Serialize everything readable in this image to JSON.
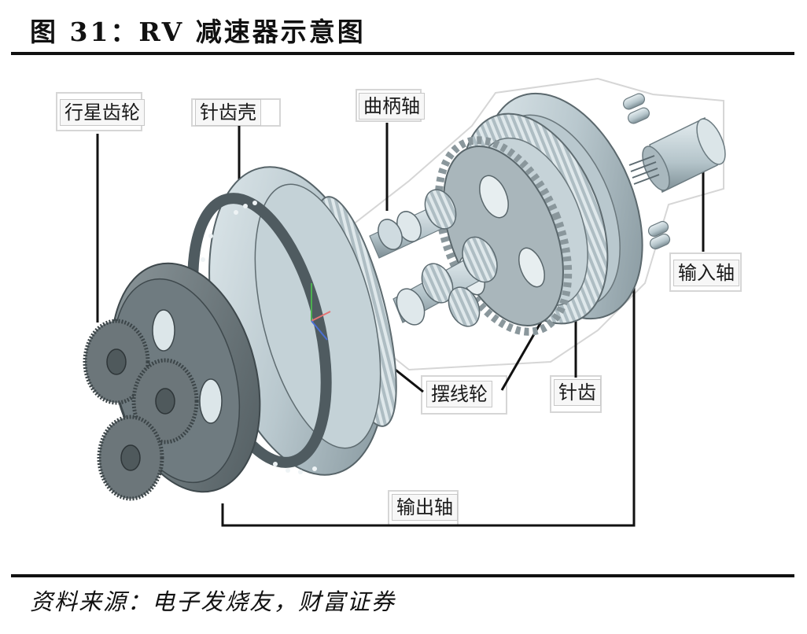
{
  "figure": {
    "title": "图 31：RV 减速器示意图",
    "source": "资料来源：电子发烧友，财富证券"
  },
  "diagram": {
    "labels": {
      "planetary_gear": "行星齿轮",
      "pin_gear_housing": "针齿壳",
      "crankshaft": "曲柄轴",
      "input_shaft": "输入轴",
      "cycloid_gear": "摆线轮",
      "pin_gear": "针齿",
      "output_shaft": "输出轴"
    },
    "colors": {
      "metal_light": "#c9d6dc",
      "metal_mid": "#9fb1b9",
      "metal_dark": "#5f6d73",
      "gear_dark": "#6c767a",
      "leader_line": "#111111"
    }
  }
}
